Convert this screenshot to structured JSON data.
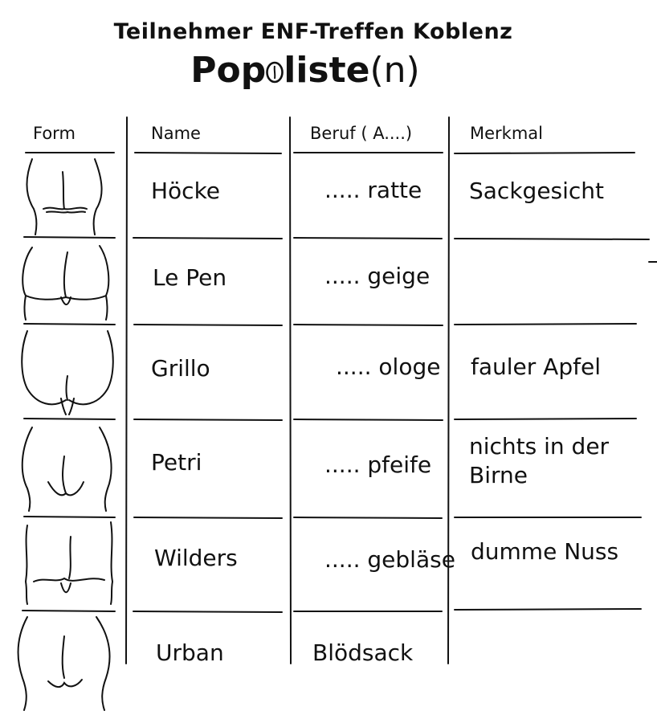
{
  "title": {
    "line1": "Teilnehmer ENF-Treffen Koblenz",
    "line2_prefix": "Pop",
    "line2_suffix": "liste",
    "line2_paren": "(n)"
  },
  "headers": {
    "form": "Form",
    "name": "Name",
    "beruf": "Beruf ( A....)",
    "merkmal": "Merkmal"
  },
  "rows": [
    {
      "name": "Höcke",
      "beruf": "..... ratte",
      "merkmal": "Sackgesicht"
    },
    {
      "name": "Le Pen",
      "beruf": "..... geige",
      "merkmal": ""
    },
    {
      "name": "Grillo",
      "beruf": "..... ologe",
      "merkmal": "fauler Apfel"
    },
    {
      "name": "Petri",
      "beruf": "..... pfeife",
      "merkmal": "nichts in der Birne"
    },
    {
      "name": "Wilders",
      "beruf": "..... gebläse",
      "merkmal": "dumme Nuss"
    },
    {
      "name": "Urban",
      "beruf": "Blödsack",
      "merkmal": ""
    }
  ]
}
